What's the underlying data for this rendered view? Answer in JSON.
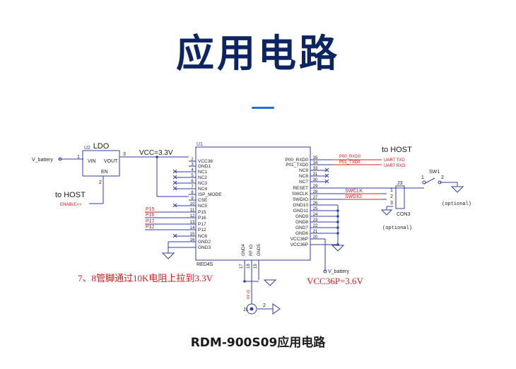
{
  "title": "应用电路",
  "caption": "RDM-900S09应用电路",
  "colors": {
    "title": "#0c2461",
    "accent": "#1e6fd9",
    "wire": "#303fa0",
    "label": "#d62020",
    "pin": "#202020"
  },
  "ldo": {
    "title": "LDO",
    "ref": "U2",
    "vin": "VIN",
    "vout": "VOUT",
    "en": "EN",
    "pin1": "1",
    "pin2": "2",
    "pin3": "3",
    "vbattery": "V_battery",
    "vcc_label": "VCC=3.3V",
    "to_host": "to HOST",
    "enable": "ENABLE<<"
  },
  "u1": {
    "ref": "U1",
    "part": "RED4S",
    "left_pins": [
      {
        "num": "2",
        "name": "VCC36"
      },
      {
        "num": "3",
        "name": "GND1"
      },
      {
        "num": "4",
        "name": "NC1"
      },
      {
        "num": "5",
        "name": "NC2"
      },
      {
        "num": "6",
        "name": "NC3"
      },
      {
        "num": "7",
        "name": "NC4"
      },
      {
        "num": "8",
        "name": "ISP_MODE"
      },
      {
        "num": "9",
        "name": "CSE"
      },
      {
        "num": "10",
        "name": "NC5"
      },
      {
        "num": "11",
        "name": "P15"
      },
      {
        "num": "12",
        "name": "P16"
      },
      {
        "num": "13",
        "name": "P17"
      },
      {
        "num": "14",
        "name": "P12"
      },
      {
        "num": "15",
        "name": "NC6"
      },
      {
        "num": "16",
        "name": "GND2"
      },
      {
        "num": "",
        "name": "GND3"
      }
    ],
    "right_pins": [
      {
        "num": "35",
        "name": "P00_RXD0"
      },
      {
        "num": "34",
        "name": "P01_TXD0"
      },
      {
        "num": "33",
        "name": "NC9"
      },
      {
        "num": "31",
        "name": "NC8"
      },
      {
        "num": "30",
        "name": "NC7"
      },
      {
        "num": "29",
        "name": "RESET"
      },
      {
        "num": "28",
        "name": "SWCLK"
      },
      {
        "num": "27",
        "name": "SWDIO"
      },
      {
        "num": "26",
        "name": "GND10"
      },
      {
        "num": "25",
        "name": "GND11"
      },
      {
        "num": "24",
        "name": "GND9"
      },
      {
        "num": "23",
        "name": "GND8"
      },
      {
        "num": "22",
        "name": "GND7"
      },
      {
        "num": "21",
        "name": "GND6"
      },
      {
        "num": "20",
        "name": "VCC36P"
      },
      {
        "num": "",
        "name": "VCC36P"
      }
    ],
    "bottom_pins": [
      {
        "num": "17",
        "name": "GND4"
      },
      {
        "num": "18",
        "name": "RF IO"
      },
      {
        "num": "19",
        "name": "GND5"
      }
    ]
  },
  "left_nets": [
    "P15",
    "P16",
    "P17",
    "P12"
  ],
  "host": {
    "to_host": "to HOST",
    "rxd_net": "P00_RXD0",
    "txd_net": "P01_TXD0",
    "uart_txd": "UART TXD",
    "uart_rxd": "UART RXD",
    "swclk_net": "SWCLK",
    "swdio_net": "SWDIO"
  },
  "sw1": {
    "ref": "SW1",
    "pin1": "1",
    "pin2": "2",
    "optional": "(optional)"
  },
  "j3": {
    "ref": "J3",
    "part": "CON3",
    "pins": [
      "1",
      "2",
      "3"
    ],
    "optional": "(optional)"
  },
  "bottom_right": {
    "vbattery": "V_battery",
    "note": "VCC36P=3.6V"
  },
  "bottom_left": {
    "note": "7、8管脚通过10K电阻上拉到3.3V"
  },
  "ant": {
    "ref": "J1",
    "net": "RF IO",
    "pin2": "2"
  }
}
